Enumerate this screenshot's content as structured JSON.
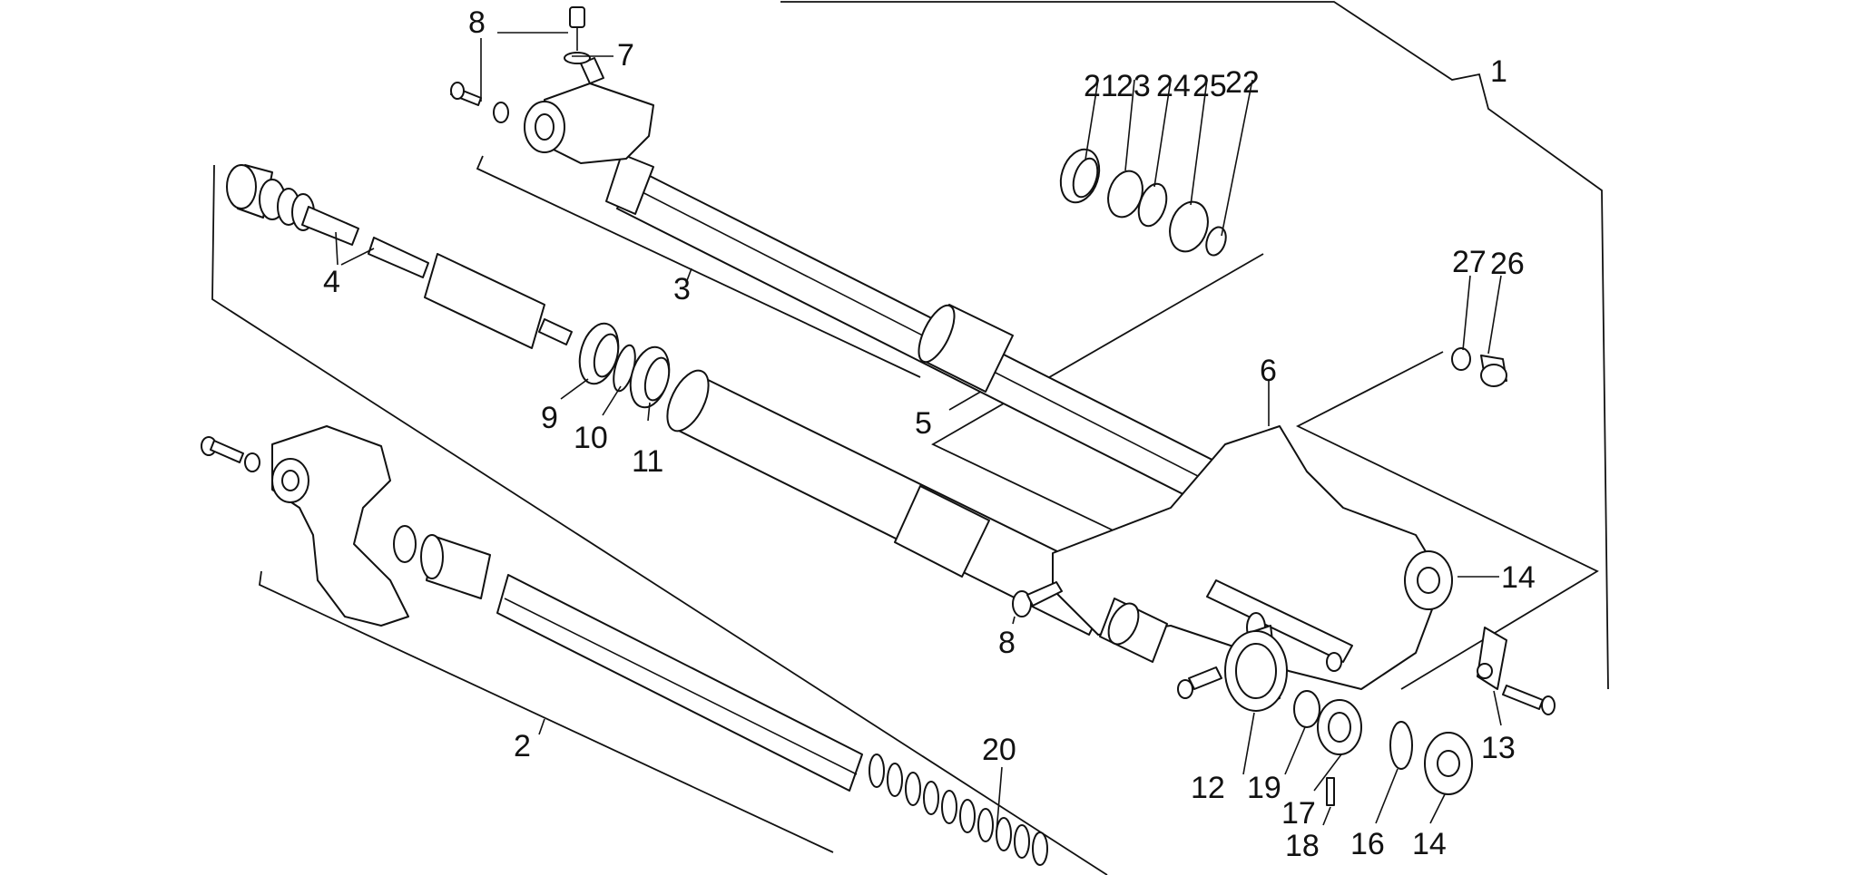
{
  "callouts": [
    {
      "id": "c1",
      "text": "1"
    },
    {
      "id": "c2",
      "text": "2"
    },
    {
      "id": "c3",
      "text": "3"
    },
    {
      "id": "c4",
      "text": "4"
    },
    {
      "id": "c5",
      "text": "5"
    },
    {
      "id": "c6",
      "text": "6"
    },
    {
      "id": "c7",
      "text": "7"
    },
    {
      "id": "c8a",
      "text": "8"
    },
    {
      "id": "c8b",
      "text": "8"
    },
    {
      "id": "c9",
      "text": "9"
    },
    {
      "id": "c10",
      "text": "10"
    },
    {
      "id": "c11",
      "text": "11"
    },
    {
      "id": "c12",
      "text": "12"
    },
    {
      "id": "c13",
      "text": "13"
    },
    {
      "id": "c14a",
      "text": "14"
    },
    {
      "id": "c14b",
      "text": "14"
    },
    {
      "id": "c16",
      "text": "16"
    },
    {
      "id": "c17",
      "text": "17"
    },
    {
      "id": "c18",
      "text": "18"
    },
    {
      "id": "c19",
      "text": "19"
    },
    {
      "id": "c20",
      "text": "20"
    },
    {
      "id": "c21",
      "text": "21"
    },
    {
      "id": "c22",
      "text": "22"
    },
    {
      "id": "c23",
      "text": "23"
    },
    {
      "id": "c24",
      "text": "24"
    },
    {
      "id": "c25",
      "text": "25"
    },
    {
      "id": "c26",
      "text": "26"
    },
    {
      "id": "c27",
      "text": "27"
    }
  ]
}
